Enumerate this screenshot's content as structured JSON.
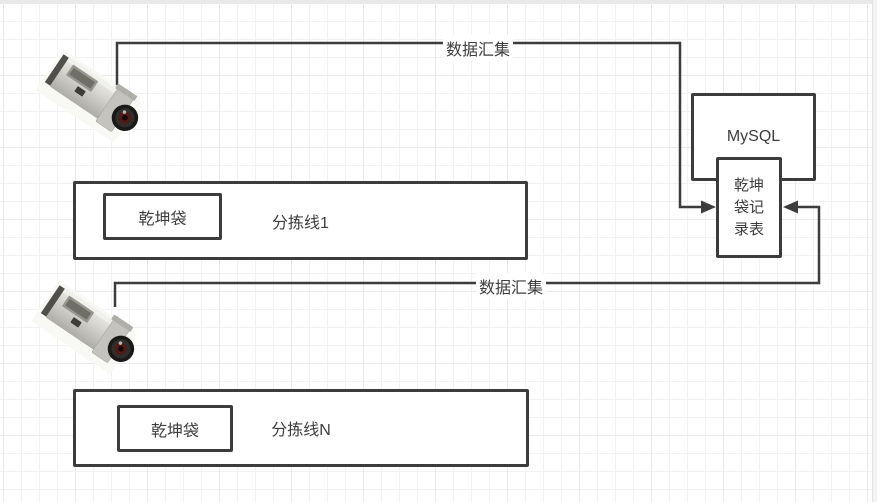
{
  "canvas": {
    "background": "#ffffff",
    "grid_minor_color": "#f2f2f5",
    "grid_major_color": "#e9e9ed",
    "stroke_color": "#3c3c3c",
    "text_color": "#3d3d3d"
  },
  "diagram": {
    "connector_top": {
      "label": "数据汇集"
    },
    "connector_bottom": {
      "label": "数据汇集"
    },
    "mysql_node": {
      "label": "MySQL"
    },
    "record_table_node": {
      "label": "乾坤\n袋记\n录表"
    },
    "sorting_line_1": {
      "label": "分拣线1",
      "bag_label": "乾坤袋"
    },
    "sorting_line_n": {
      "label": "分拣线N",
      "bag_label": "乾坤袋"
    },
    "icons": {
      "camera": "cctv-camera-icon"
    }
  }
}
